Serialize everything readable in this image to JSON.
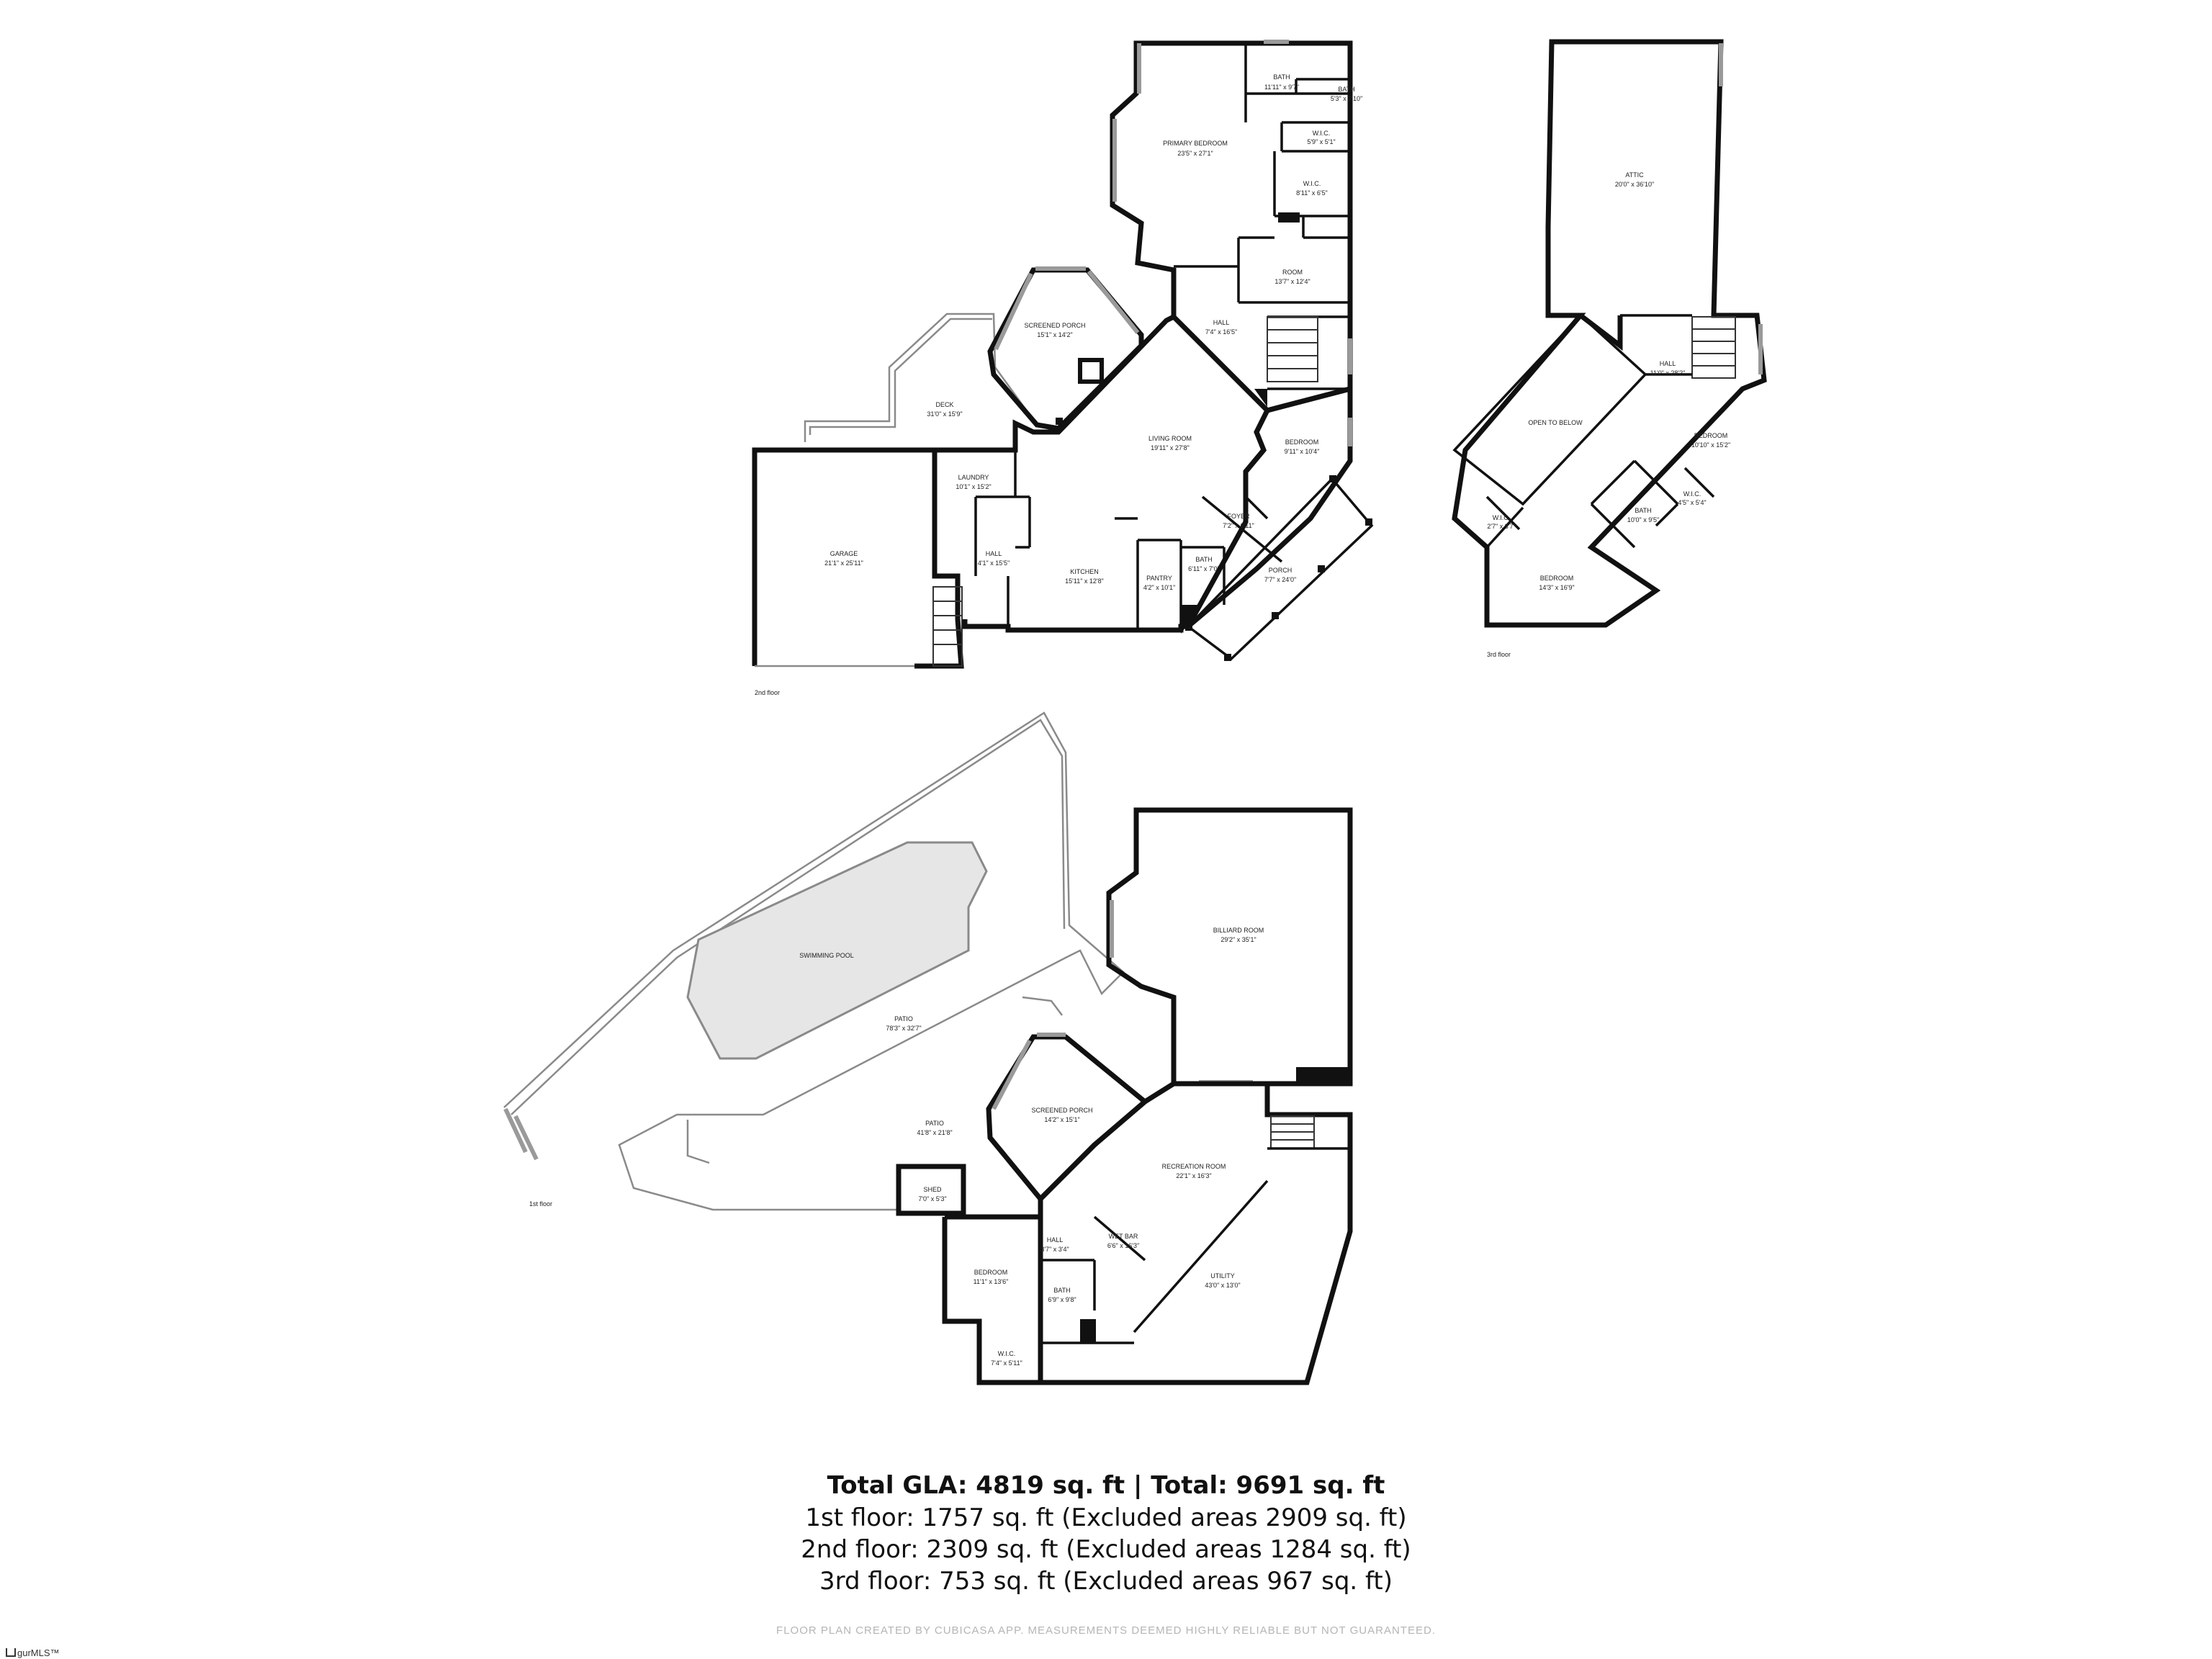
{
  "floors": {
    "second": {
      "label": "2nd floor",
      "rooms": [
        {
          "name": "PRIMARY BEDROOM",
          "dim": "23'5\" x 27'1\""
        },
        {
          "name": "BATH",
          "dim": "11'11\" x 9'7\""
        },
        {
          "name": "BATH",
          "dim": "5'3\" x 2'10\""
        },
        {
          "name": "W.I.C.",
          "dim": "5'9\" x 5'1\""
        },
        {
          "name": "W.I.C.",
          "dim": "8'11\" x 6'5\""
        },
        {
          "name": "ROOM",
          "dim": "13'7\" x 12'4\""
        },
        {
          "name": "HALL",
          "dim": "7'4\" x 16'5\""
        },
        {
          "name": "SCREENED PORCH",
          "dim": "15'1\" x 14'2\""
        },
        {
          "name": "DECK",
          "dim": "31'0\" x 15'9\""
        },
        {
          "name": "LIVING ROOM",
          "dim": "19'11\" x 27'8\""
        },
        {
          "name": "BEDROOM",
          "dim": "9'11\" x 10'4\""
        },
        {
          "name": "LAUNDRY",
          "dim": "10'1\" x 15'2\""
        },
        {
          "name": "GARAGE",
          "dim": "21'1\" x 25'11\""
        },
        {
          "name": "HALL",
          "dim": "4'1\" x 15'5\""
        },
        {
          "name": "KITCHEN",
          "dim": "15'11\" x 12'8\""
        },
        {
          "name": "PANTRY",
          "dim": "4'2\" x 10'1\""
        },
        {
          "name": "FOYER",
          "dim": "7'2\" x 6'11\""
        },
        {
          "name": "BATH",
          "dim": "6'11\" x 7'0\""
        },
        {
          "name": "PORCH",
          "dim": "7'7\" x 24'0\""
        }
      ]
    },
    "third": {
      "label": "3rd floor",
      "rooms": [
        {
          "name": "ATTIC",
          "dim": "20'0\" x 36'10\""
        },
        {
          "name": "HALL",
          "dim": "11'0\" x 28'2\""
        },
        {
          "name": "OPEN TO BELOW",
          "dim": ""
        },
        {
          "name": "BEDROOM",
          "dim": "10'10\" x 15'2\""
        },
        {
          "name": "W.I.C.",
          "dim": "4'5\" x 5'4\""
        },
        {
          "name": "BATH",
          "dim": "10'0\" x 9'5\""
        },
        {
          "name": "W.I.C.",
          "dim": "2'7\" x 3'7\""
        },
        {
          "name": "BEDROOM",
          "dim": "14'3\" x 16'9\""
        }
      ]
    },
    "first": {
      "label": "1st floor",
      "rooms": [
        {
          "name": "BILLIARD ROOM",
          "dim": "29'2\" x 35'1\""
        },
        {
          "name": "SWIMMING POOL",
          "dim": ""
        },
        {
          "name": "PATIO",
          "dim": "78'3\" x 32'7\""
        },
        {
          "name": "SCREENED PORCH",
          "dim": "14'2\" x 15'1\""
        },
        {
          "name": "PATIO",
          "dim": "41'8\" x 21'8\""
        },
        {
          "name": "RECREATION ROOM",
          "dim": "22'1\" x 16'3\""
        },
        {
          "name": "SHED",
          "dim": "7'0\" x 5'3\""
        },
        {
          "name": "HALL",
          "dim": "3'7\" x 3'4\""
        },
        {
          "name": "WET BAR",
          "dim": "6'6\" x 16'3\""
        },
        {
          "name": "UTILITY",
          "dim": "43'0\" x 13'0\""
        },
        {
          "name": "BEDROOM",
          "dim": "11'1\" x 13'6\""
        },
        {
          "name": "BATH",
          "dim": "6'9\" x 9'8\""
        },
        {
          "name": "W.I.C.",
          "dim": "7'4\" x 5'11\""
        }
      ]
    }
  },
  "summary": {
    "total": "Total GLA: 4819 sq. ft | Total: 9691 sq. ft",
    "first": "1st floor: 1757 sq. ft (Excluded areas 2909 sq. ft)",
    "second": "2nd floor: 2309 sq. ft (Excluded areas 1284 sq. ft)",
    "third": "3rd floor: 753 sq. ft (Excluded areas 967 sq. ft)"
  },
  "disclaimer": "FLOOR PLAN CREATED BY CUBICASA APP. MEASUREMENTS DEEMED HIGHLY RELIABLE BUT NOT GUARANTEED.",
  "watermark": "gurMLS™"
}
